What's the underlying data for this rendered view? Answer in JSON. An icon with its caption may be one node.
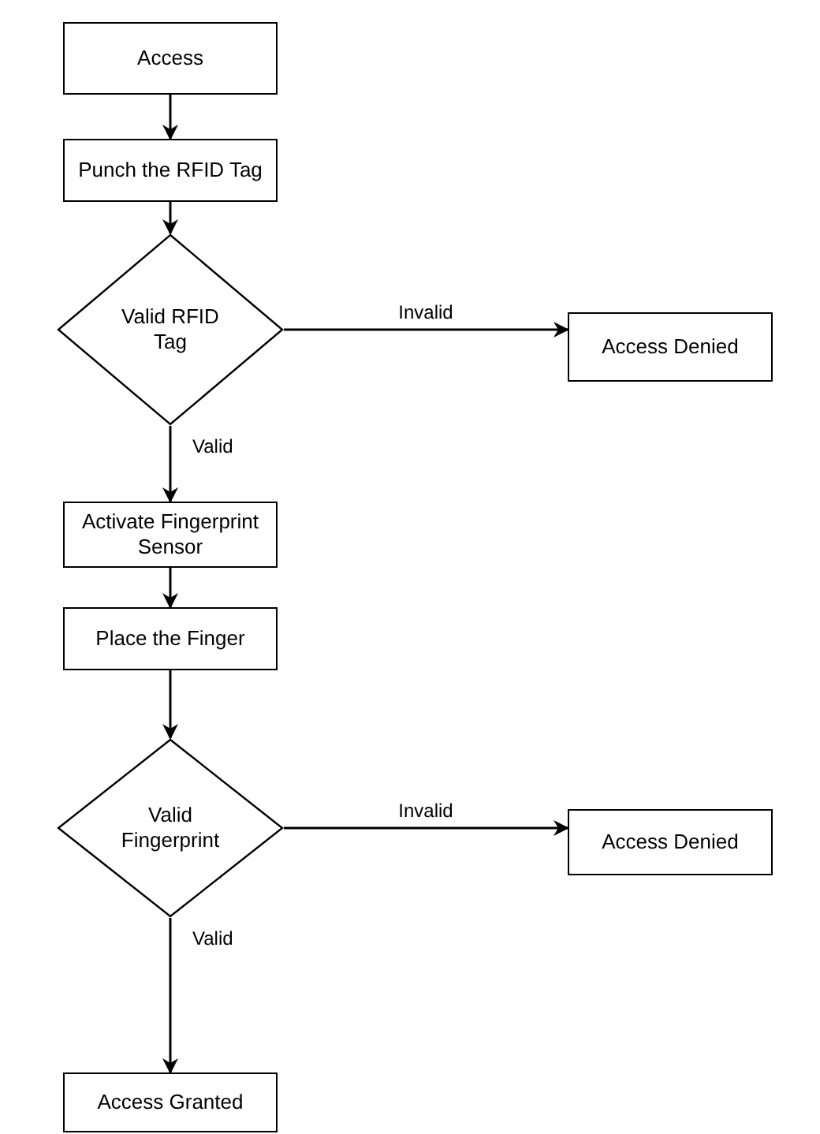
{
  "diagram": {
    "nodes": [
      {
        "text": [
          "Access"
        ]
      },
      {
        "text": [
          "Punch the RFID Tag"
        ]
      },
      {
        "text": [
          "Valid RFID Tag"
        ]
      },
      {
        "text": [
          "Access Denied"
        ]
      },
      {
        "text": [
          "Activate Fingerprint Sensor"
        ]
      },
      {
        "text": [
          "Place the Finger"
        ]
      },
      {
        "text": [
          "Valid Fingerprint"
        ]
      },
      {
        "text": [
          "Access Denied"
        ]
      },
      {
        "text": [
          "Access Granted"
        ]
      }
    ],
    "edges": [
      {
        "from": 0,
        "to": 1,
        "arrow": "to"
      },
      {
        "from": 1,
        "to": 2,
        "arrow": "to"
      },
      {
        "from": 2,
        "to": 3,
        "arrow": "to",
        "label": "Invalid"
      },
      {
        "from": 2,
        "to": 4,
        "arrow": "to",
        "label": "Valid"
      },
      {
        "from": 4,
        "to": 5,
        "arrow": "to"
      },
      {
        "from": 5,
        "to": 6,
        "arrow": "to"
      },
      {
        "from": 6,
        "to": 7,
        "arrow": "to",
        "label": "Invalid"
      },
      {
        "from": 6,
        "to": 8,
        "arrow": "to",
        "label": "Valid"
      }
    ]
  }
}
